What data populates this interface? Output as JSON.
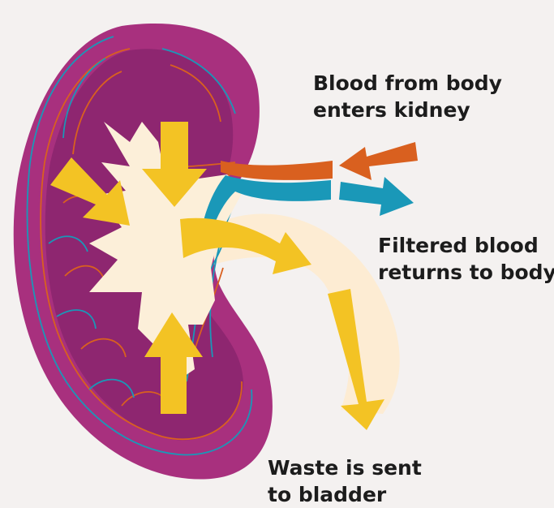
{
  "labels": {
    "blood_in": {
      "line1": "Blood from body",
      "line2": "enters kidney"
    },
    "blood_out": {
      "line1": "Filtered blood",
      "line2": "returns to body"
    },
    "waste": {
      "line1": "Waste is sent",
      "line2": "to bladder"
    }
  },
  "colors": {
    "background": "#f4f1f0",
    "kidney_outer": "#a8307e",
    "kidney_inner": "#8e2670",
    "pelvis": "#fcefd9",
    "ureter": "#fdecd3",
    "arrow_yellow": "#f3c324",
    "artery_orange": "#d9601f",
    "vein_blue": "#1a98b8",
    "text": "#1c1c1c"
  }
}
